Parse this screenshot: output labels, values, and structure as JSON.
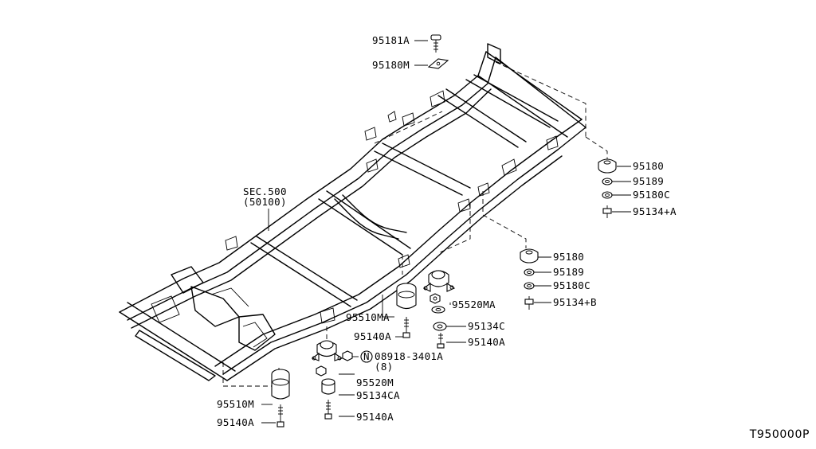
{
  "diagram": {
    "code": "T950000P",
    "frame_ref": {
      "line1": "SEC.500",
      "line2": "(50100)"
    },
    "labels": {
      "p95181A": "95181A",
      "p95180M": "95180M",
      "p95180_r1": "95180",
      "p95189_r1": "95189",
      "p95180C_r1": "95180C",
      "p95134A_plus": "95134+A",
      "p95180_r2": "95180",
      "p95189_r2": "95189",
      "p95180C_r2": "95180C",
      "p95134B_plus": "95134+B",
      "p95520MA": "95520MA",
      "p95134C": "95134C",
      "p95140A_c1": "95140A",
      "p95510MA": "95510MA",
      "p95140A_c2": "95140A",
      "p08918": "08918-3401A",
      "p08918_qty": "(8)",
      "p95520M": "95520M",
      "p95134CA": "95134CA",
      "p95140A_c3": "95140A",
      "p95510M": "95510M",
      "p95140A_c4": "95140A"
    },
    "nut_symbol": "N"
  }
}
